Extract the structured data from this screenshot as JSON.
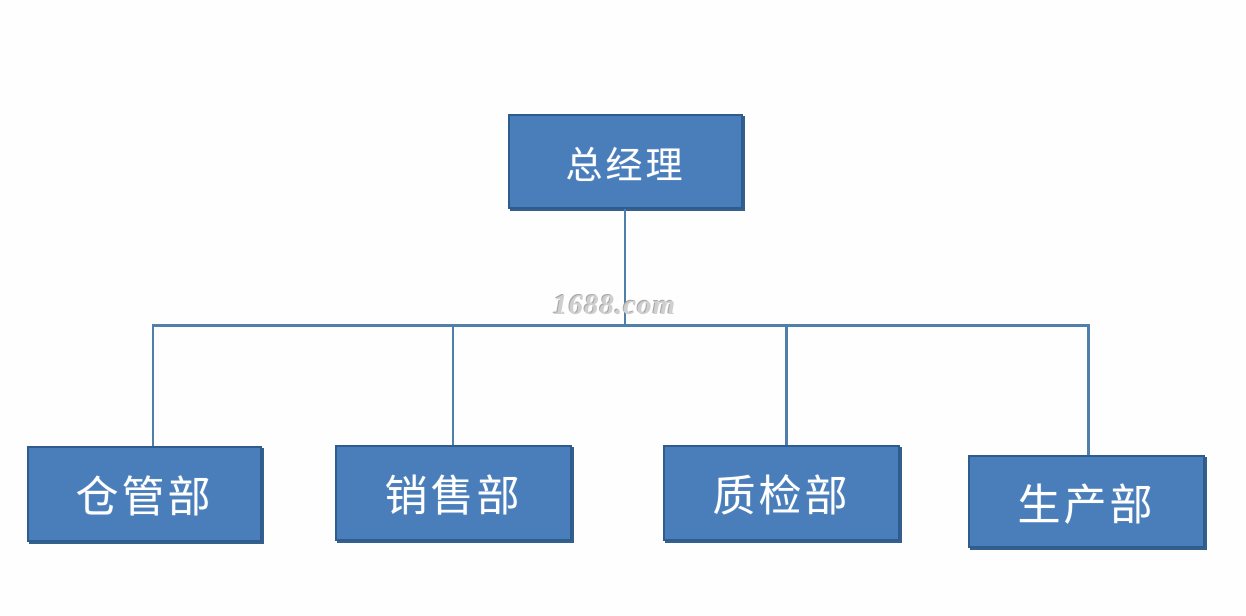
{
  "diagram": {
    "type": "organization-chart",
    "title_text": "",
    "background_color": "#fefefe",
    "node_fill_color": "#4a7ebb",
    "node_border_color": "#2f5c8f",
    "node_text_color": "#ffffff",
    "connector_color": "#4f7fab",
    "root": {
      "label": "总经理"
    },
    "leaves": [
      {
        "label": "仓管部"
      },
      {
        "label": "销售部"
      },
      {
        "label": "质检部"
      },
      {
        "label": "生产部"
      }
    ]
  },
  "watermark": {
    "text": "1688.com",
    "color": "#cfcfcf"
  }
}
